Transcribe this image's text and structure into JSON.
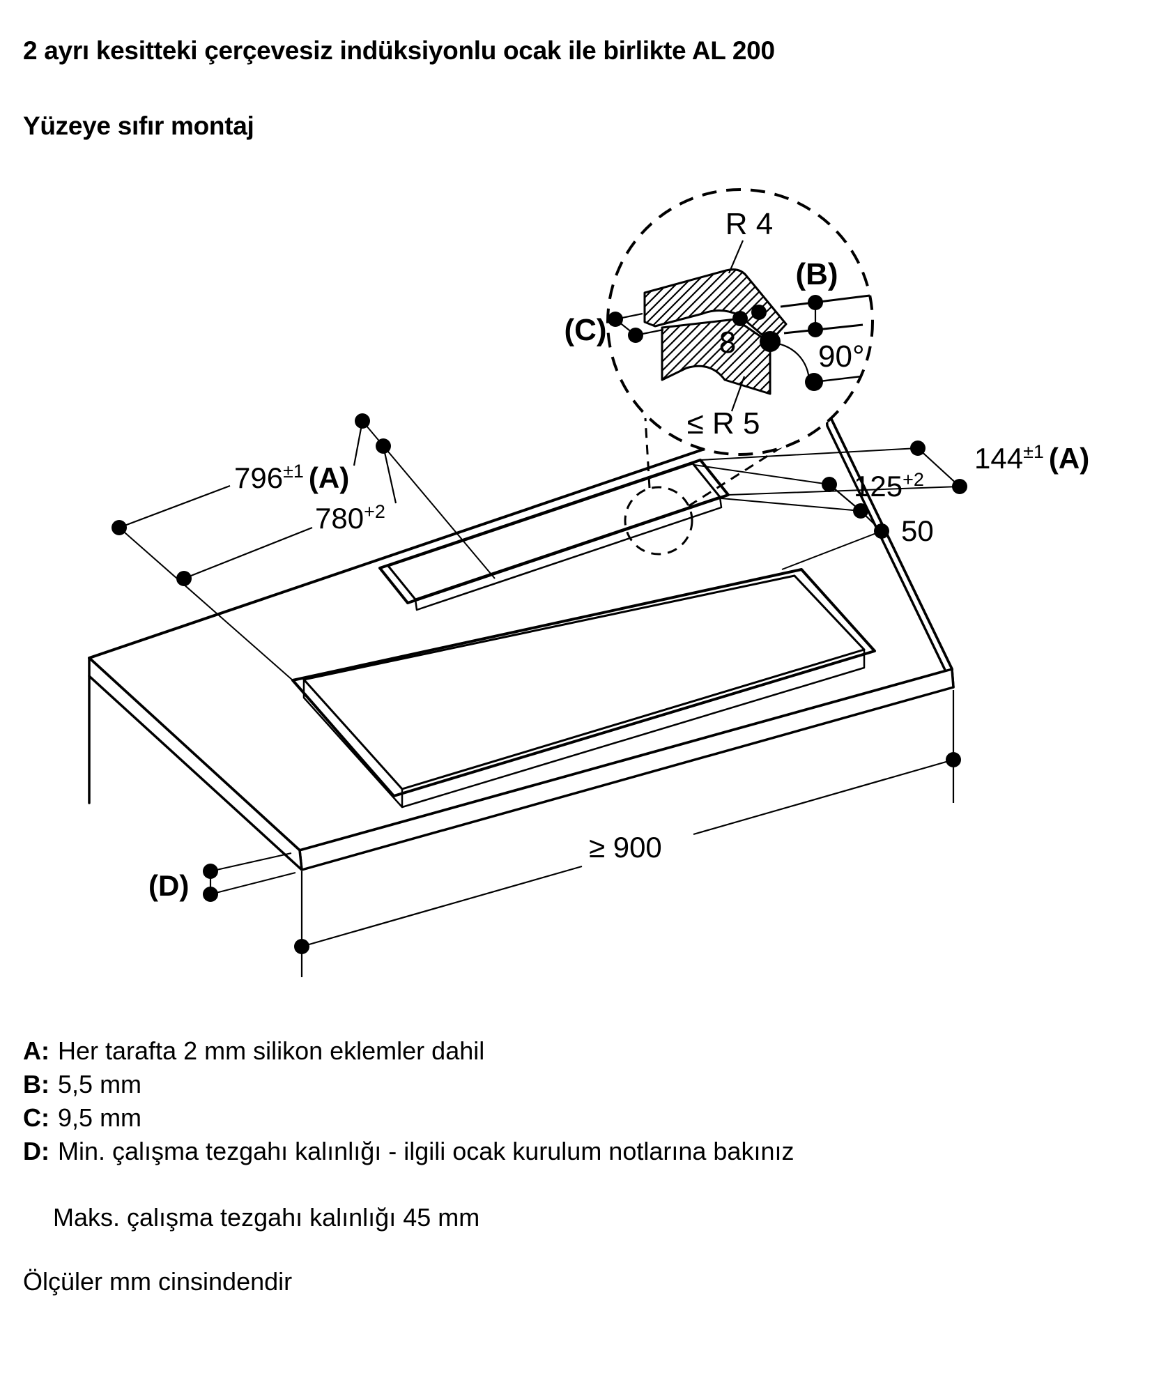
{
  "title": "2 ayrı kesitteki çerçevesiz indüksiyonlu ocak ile birlikte AL 200",
  "subtitle": "Yüzeye sıfır montaj",
  "detail_callout": {
    "radius_top": "R 4",
    "label_b": "(B)",
    "label_c": "(C)",
    "ledge_width": "8",
    "angle": "90°",
    "radius_bottom": "≤ R 5"
  },
  "dimensions": {
    "outer_width": {
      "value": "796",
      "tolerance": "±1",
      "ref": "(A)"
    },
    "cutout_width": {
      "value": "780",
      "tolerance": "+2"
    },
    "outer_depth": {
      "value": "144",
      "tolerance": "±1",
      "ref": "(A)"
    },
    "cutout_depth": {
      "value": "125",
      "tolerance": "+2"
    },
    "edge_distance": "50",
    "min_worktop_depth": "≥ 900",
    "thickness_label": "(D)"
  },
  "legend": [
    {
      "key": "A:",
      "text": "Her tarafta 2 mm silikon eklemler dahil"
    },
    {
      "key": "B:",
      "text": "5,5 mm"
    },
    {
      "key": "C:",
      "text": "9,5 mm"
    },
    {
      "key": "D:",
      "text": "Min. çalışma tezgahı kalınlığı - ilgili ocak kurulum notlarına bakınız"
    }
  ],
  "notes": [
    "Maks. çalışma tezgahı kalınlığı 45 mm",
    "Ölçüler mm cinsindendir"
  ],
  "colors": {
    "ink": "#000000",
    "background": "#ffffff"
  }
}
